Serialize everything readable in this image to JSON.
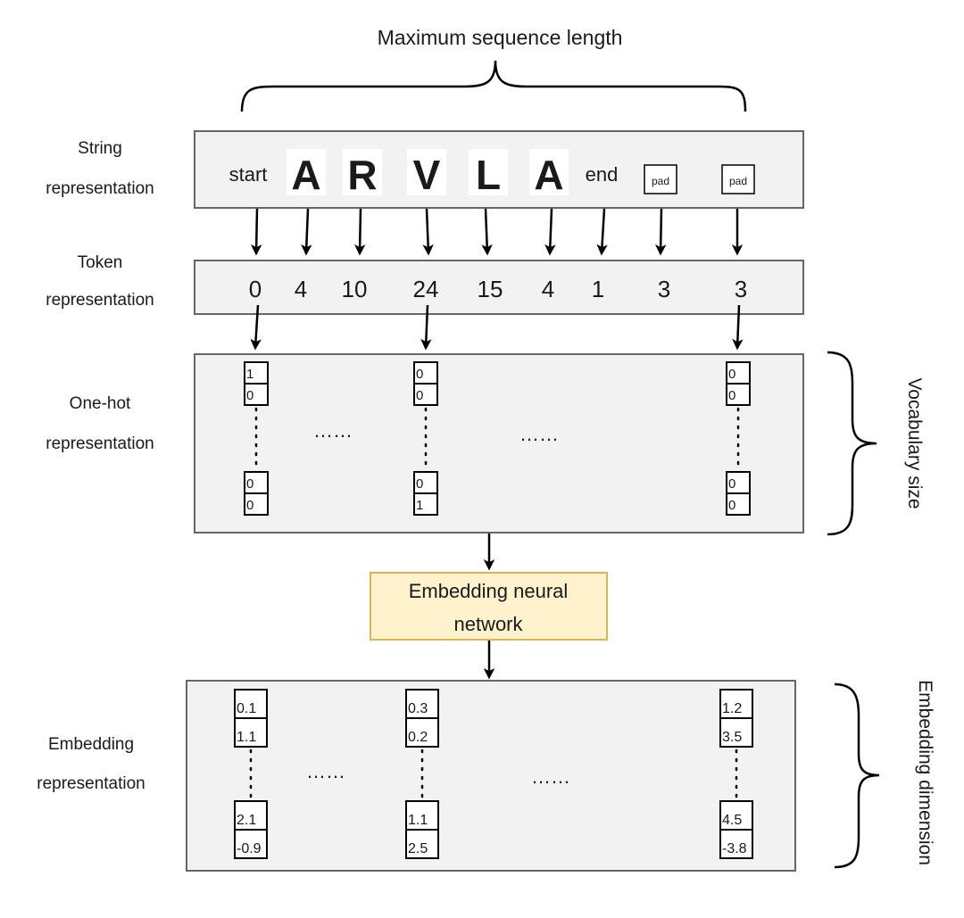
{
  "title": "Maximum sequence length",
  "rows": {
    "string": {
      "label_line1": "String",
      "label_line2": "representation"
    },
    "token": {
      "label_line1": "Token",
      "label_line2": "representation"
    },
    "onehot": {
      "label_line1": "One-hot",
      "label_line2": "representation"
    },
    "embedding": {
      "label_line1": "Embedding",
      "label_line2": "representation"
    }
  },
  "string_tokens": [
    "start",
    "A",
    "R",
    "V",
    "L",
    "A",
    "end",
    "pad",
    "pad"
  ],
  "token_ids": [
    "0",
    "4",
    "10",
    "24",
    "15",
    "4",
    "1",
    "3",
    "3"
  ],
  "onehot_vectors": [
    {
      "top": [
        "1",
        "0"
      ],
      "bottom": [
        "0",
        "0"
      ]
    },
    {
      "top": [
        "0",
        "0"
      ],
      "bottom": [
        "0",
        "1"
      ]
    },
    {
      "top": [
        "0",
        "0"
      ],
      "bottom": [
        "0",
        "0"
      ]
    }
  ],
  "embedding_vectors": [
    {
      "top": [
        "0.1",
        "1.1"
      ],
      "bottom": [
        "2.1",
        "-0.9"
      ]
    },
    {
      "top": [
        "0.3",
        "0.2"
      ],
      "bottom": [
        "1.1",
        "2.5"
      ]
    },
    {
      "top": [
        "1.2",
        "3.5"
      ],
      "bottom": [
        "4.5",
        "-3.8"
      ]
    }
  ],
  "ellipsis": "……",
  "network_line1": "Embedding neural",
  "network_line2": "network",
  "brace_labels": {
    "vocab": "Vocabulary size",
    "embed_dim": "Embedding dimension"
  },
  "colors": {
    "box_fill": "#f2f2f2",
    "box_stroke": "#666666",
    "network_fill": "#fff2cc",
    "network_stroke": "#d6b656"
  }
}
